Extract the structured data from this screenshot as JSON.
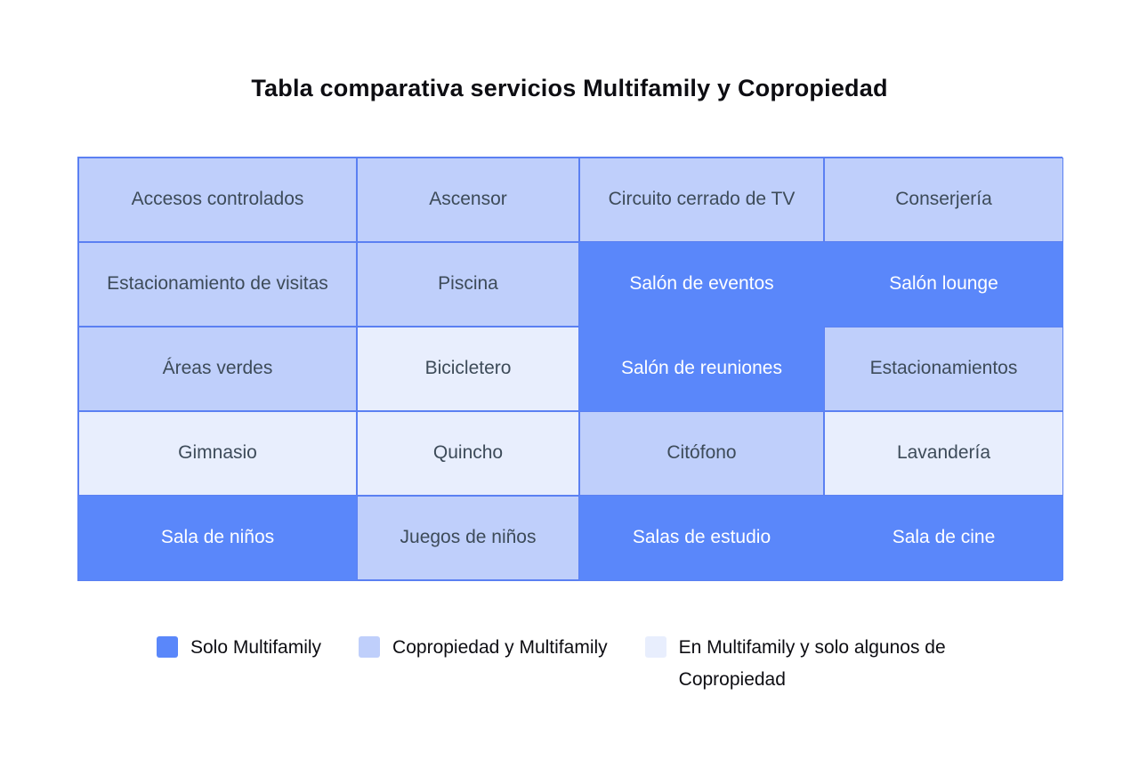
{
  "title": "Tabla comparativa servicios Multifamily y Copropiedad",
  "colors": {
    "solo": "#5a87fa",
    "copro": "#bfcffb",
    "mixto": "#e8eefd",
    "grid_border": "#5b80f2",
    "cell_text": "#3d4b59",
    "cell_text_on_dark": "#ffffff"
  },
  "chart_data": {
    "type": "table",
    "title": "Tabla comparativa servicios Multifamily y Copropiedad",
    "columns": 4,
    "rows": 5,
    "legend_position": "bottom",
    "categories": {
      "solo": "Solo Multifamily",
      "copro": "Copropiedad y Multifamily",
      "mixto": "En Multifamily y solo algunos de Copropiedad"
    },
    "cells": [
      [
        {
          "label": "Accesos controlados",
          "category": "copro"
        },
        {
          "label": "Ascensor",
          "category": "copro"
        },
        {
          "label": "Circuito cerrado de TV",
          "category": "copro"
        },
        {
          "label": "Conserjería",
          "category": "copro"
        }
      ],
      [
        {
          "label": "Estacionamiento de visitas",
          "category": "copro"
        },
        {
          "label": "Piscina",
          "category": "copro"
        },
        {
          "label": "Salón de eventos",
          "category": "solo"
        },
        {
          "label": "Salón lounge",
          "category": "solo"
        }
      ],
      [
        {
          "label": "Áreas verdes",
          "category": "copro"
        },
        {
          "label": "Bicicletero",
          "category": "mixto"
        },
        {
          "label": "Salón de reuniones",
          "category": "solo"
        },
        {
          "label": "Estacionamientos",
          "category": "copro"
        }
      ],
      [
        {
          "label": "Gimnasio",
          "category": "mixto"
        },
        {
          "label": "Quincho",
          "category": "mixto"
        },
        {
          "label": "Citófono",
          "category": "copro"
        },
        {
          "label": "Lavandería",
          "category": "mixto"
        }
      ],
      [
        {
          "label": "Sala de niños",
          "category": "solo"
        },
        {
          "label": "Juegos de niños",
          "category": "copro"
        },
        {
          "label": "Salas de estudio",
          "category": "solo"
        },
        {
          "label": "Sala de cine",
          "category": "solo"
        }
      ]
    ],
    "legend": [
      {
        "label": "Solo Multifamily",
        "category": "solo",
        "color": "#5a87fa"
      },
      {
        "label": "Copropiedad y Multifamily",
        "category": "copro",
        "color": "#bfcffb"
      },
      {
        "label": "En Multifamily y solo algunos de Copropiedad",
        "category": "mixto",
        "color": "#e8eefd"
      }
    ]
  }
}
